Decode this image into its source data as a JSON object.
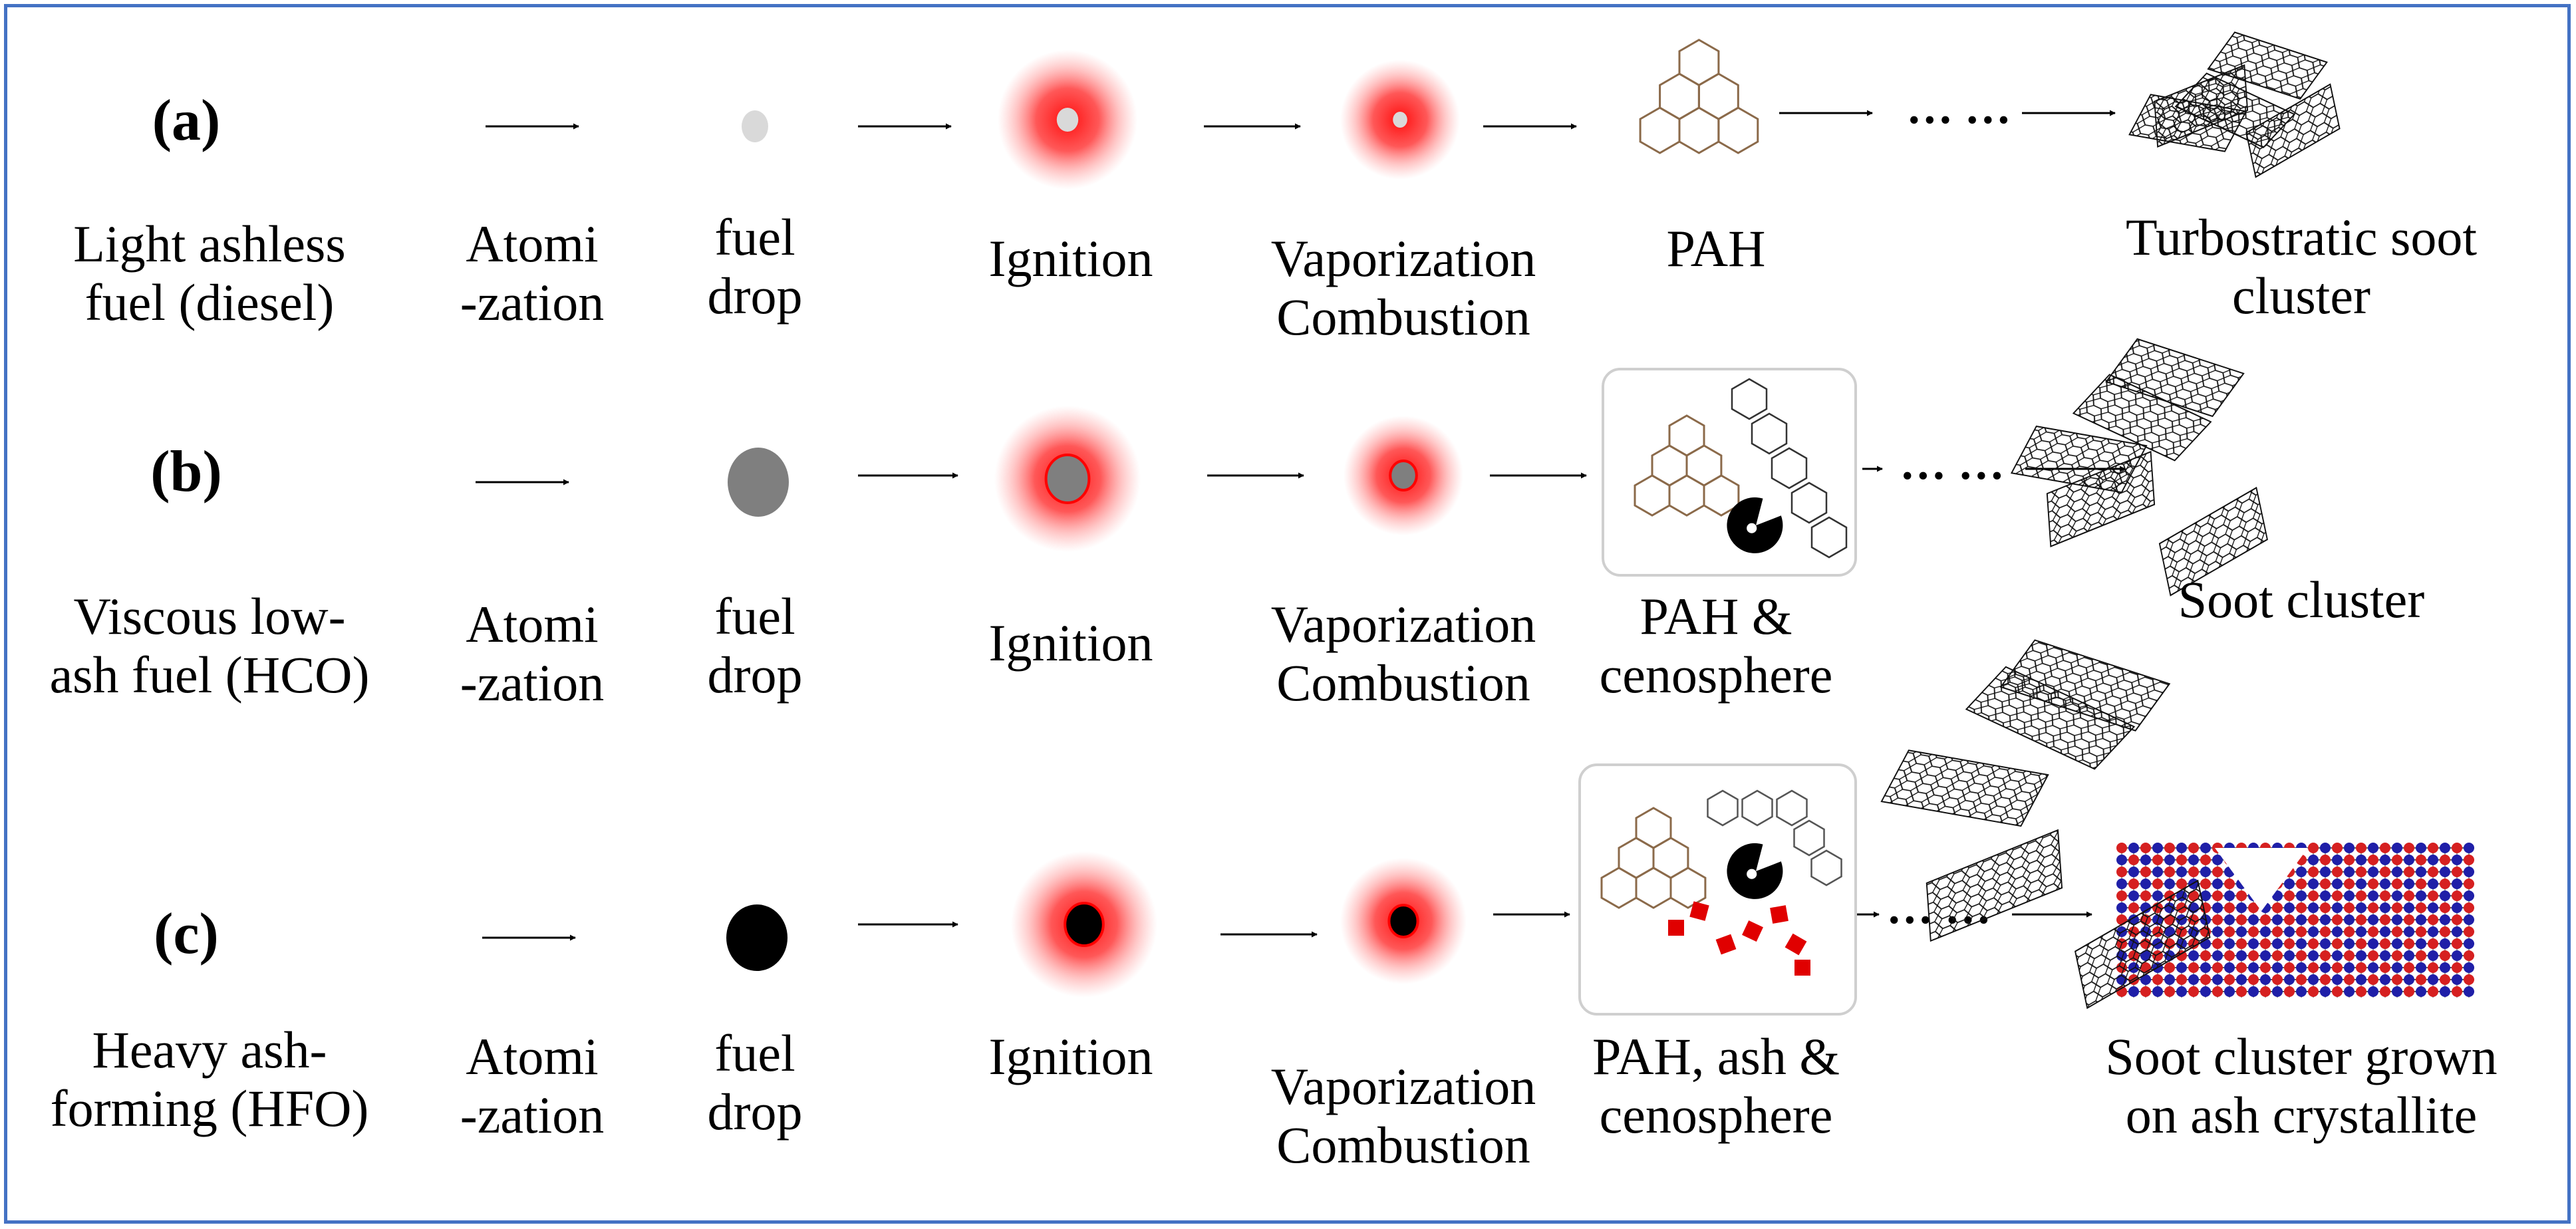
{
  "rows": [
    {
      "id": "a",
      "label": "(a)",
      "fuel_lines": [
        "Light ashless",
        "fuel (diesel)"
      ],
      "atom_lines": [
        "Atomi",
        "-zation"
      ],
      "drop_lines": [
        "fuel",
        "drop"
      ],
      "ignition": "Ignition",
      "comb_lines": [
        "Vaporization",
        "Combustion"
      ],
      "product_lines": [
        "PAH"
      ],
      "result_lines": [
        "Turbostratic soot",
        "cluster"
      ],
      "ellipsis": "… …",
      "drop_color": "#d9d9d9"
    },
    {
      "id": "b",
      "label": "(b)",
      "fuel_lines": [
        "Viscous low-",
        "ash fuel (HCO)"
      ],
      "atom_lines": [
        "Atomi",
        "-zation"
      ],
      "drop_lines": [
        "fuel",
        "drop"
      ],
      "ignition": "Ignition",
      "comb_lines": [
        "Vaporization",
        "Combustion"
      ],
      "product_lines": [
        "PAH &",
        "cenosphere"
      ],
      "result_lines": [
        "Soot cluster"
      ],
      "ellipsis": "… …",
      "drop_color": "#7f7f7f"
    },
    {
      "id": "c",
      "label": "(c)",
      "fuel_lines": [
        "Heavy ash-",
        "forming (HFO)"
      ],
      "atom_lines": [
        "Atomi",
        "-zation"
      ],
      "drop_lines": [
        "fuel",
        "drop"
      ],
      "ignition": "Ignition",
      "comb_lines": [
        "Vaporization",
        "Combustion"
      ],
      "product_lines": [
        "PAH, ash &",
        "cenosphere"
      ],
      "result_lines": [
        "Soot cluster grown",
        "on ash crystallite"
      ],
      "ellipsis": "… …",
      "drop_color": "#000000"
    }
  ],
  "colors": {
    "frame": "#4472c4",
    "flame": "#ff0000",
    "pah_bond": "#8b6a4a",
    "ash": "#e00000",
    "crystal_red": "#d62020",
    "crystal_blue": "#1f1fa8"
  }
}
